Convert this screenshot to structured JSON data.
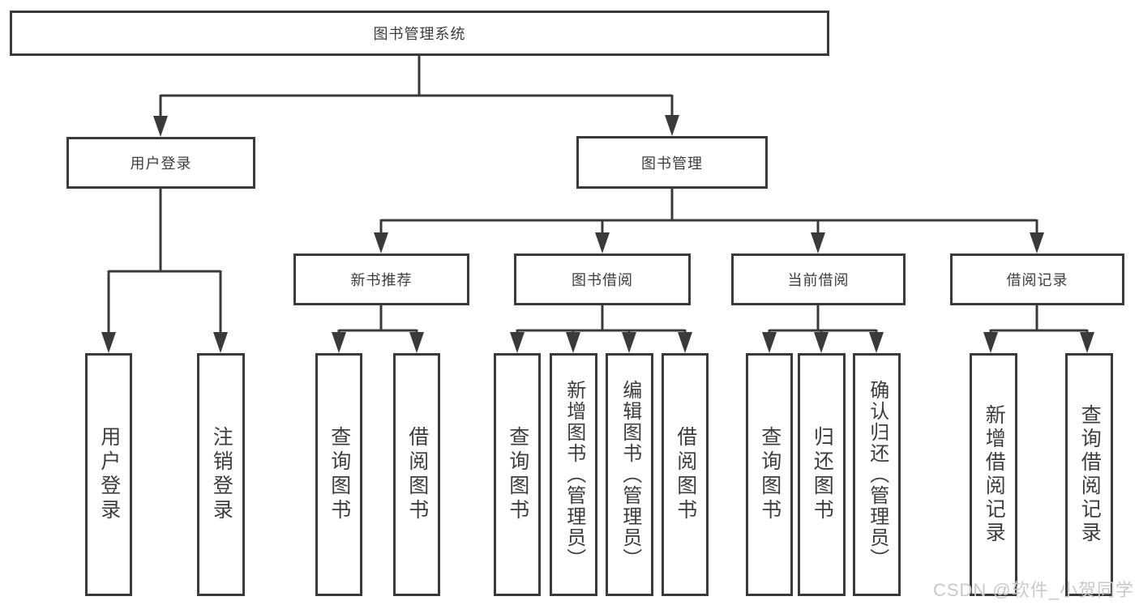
{
  "diagram": {
    "root": {
      "label": "图书管理系统"
    },
    "level2": [
      {
        "label": "用户登录"
      },
      {
        "label": "图书管理"
      }
    ],
    "level3": [
      {
        "label": "新书推荐"
      },
      {
        "label": "图书借阅"
      },
      {
        "label": "当前借阅"
      },
      {
        "label": "借阅记录"
      }
    ],
    "leaves": {
      "user_login": [
        {
          "label": "用户登录"
        },
        {
          "label": "注销登录"
        }
      ],
      "new_book_recommend": [
        {
          "label": "查询图书"
        },
        {
          "label": "借阅图书"
        }
      ],
      "book_borrow": [
        {
          "label": "查询图书"
        },
        {
          "label": "新增图书（管理员）"
        },
        {
          "label": "编辑图书（管理员）"
        },
        {
          "label": "借阅图书"
        }
      ],
      "current_borrow": [
        {
          "label": "查询图书"
        },
        {
          "label": "归还图书"
        },
        {
          "label": "确认归还（管理员）"
        }
      ],
      "borrow_records": [
        {
          "label": "新增借阅记录"
        },
        {
          "label": "查询借阅记录"
        }
      ]
    },
    "colors": {
      "line": "#3a3a3a",
      "text": "#3d3d3d",
      "background": "#ffffff",
      "watermark": "#c9c9c9"
    }
  },
  "watermark": {
    "text": "CSDN @软件_小贺同学"
  }
}
